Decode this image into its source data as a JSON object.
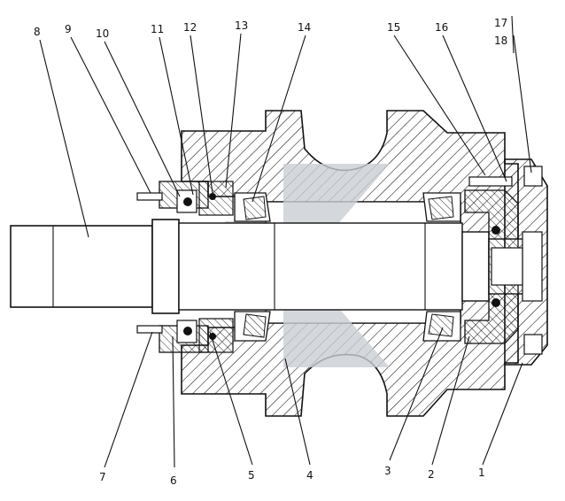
{
  "diagram": {
    "callouts_top": [
      "8",
      "9",
      "10",
      "11",
      "12",
      "13",
      "14",
      "15",
      "16",
      "17",
      "18"
    ],
    "callouts_bottom": [
      "7",
      "6",
      "5",
      "4",
      "3",
      "2",
      "1"
    ]
  },
  "colors": {
    "ink": "#111111",
    "watermark": "#c9ced3",
    "background": "#ffffff"
  }
}
